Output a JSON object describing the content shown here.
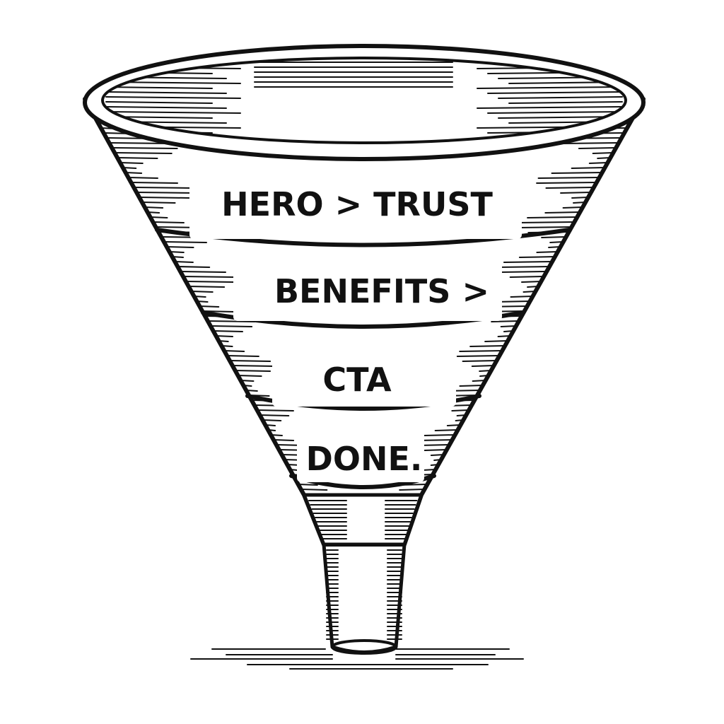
{
  "funnel": {
    "stages": [
      {
        "label": "HERO > TRUST"
      },
      {
        "label": "BENEFITS >"
      },
      {
        "label": "CTA"
      },
      {
        "label": "DONE."
      }
    ]
  },
  "colors": {
    "ink": "#111111",
    "paper": "#ffffff"
  }
}
